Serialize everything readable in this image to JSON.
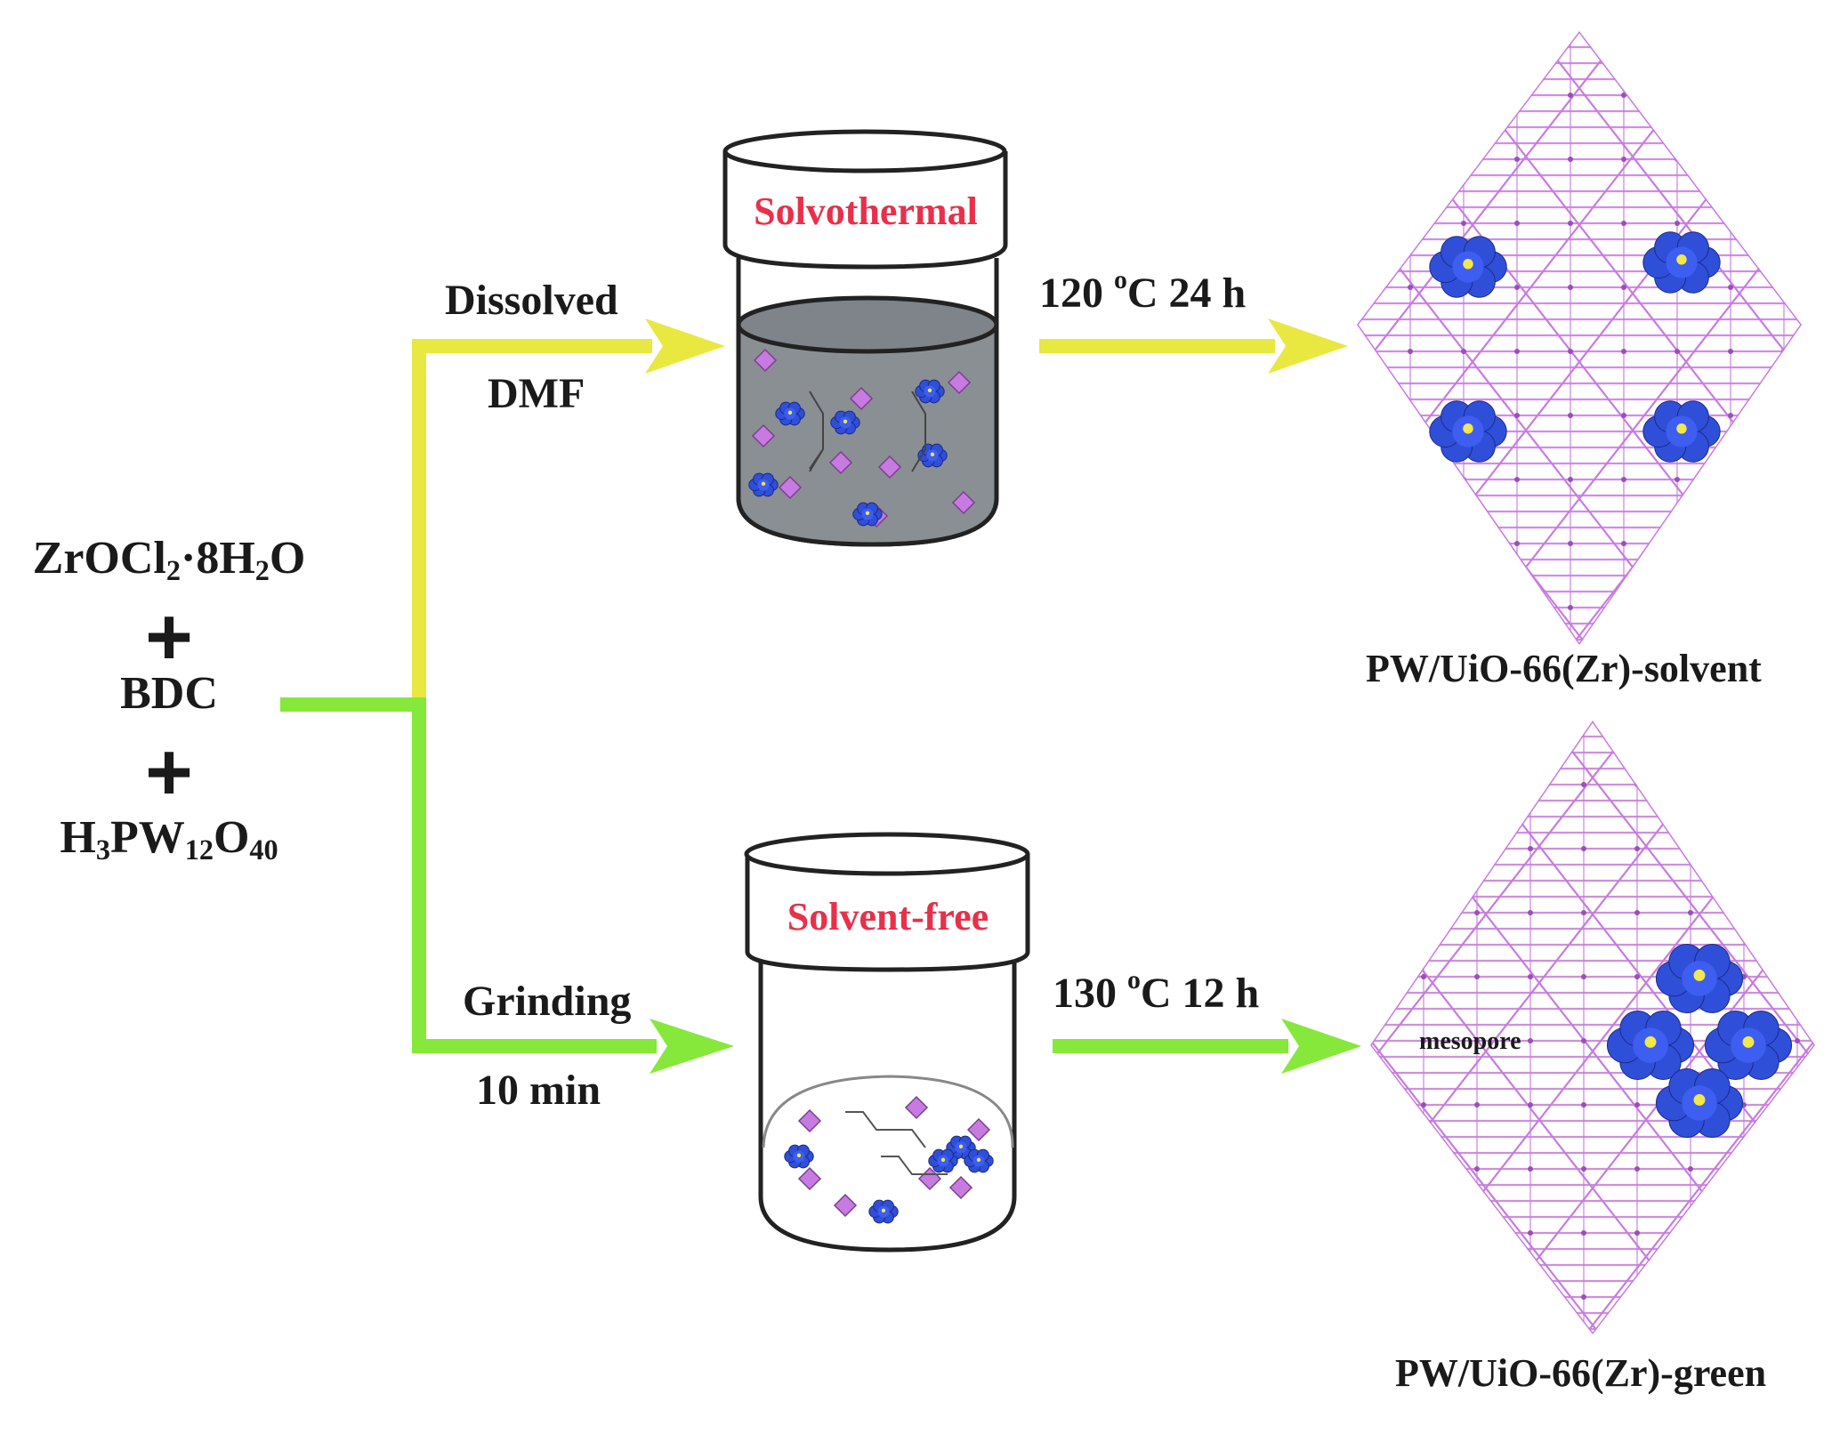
{
  "reactants": {
    "zr_main": "ZrOCl",
    "zr_sub": "2",
    "zr_dot": "·8H",
    "zr_sub2": "2",
    "zr_end": "O",
    "plus": "+",
    "bdc": "BDC",
    "pw_h": "H",
    "pw_sub1": "3",
    "pw_p": "PW",
    "pw_sub2": "12",
    "pw_o": "O",
    "pw_sub3": "40"
  },
  "top_route": {
    "label_above": "Dissolved",
    "label_below": "DMF",
    "jar_label": "Solvothermal",
    "condition_num": "120 ",
    "condition_sup": "o",
    "condition_rest": "C 24 h",
    "product": "PW/UiO-66(Zr)-solvent"
  },
  "bottom_route": {
    "label_above": "Grinding",
    "label_below": "10 min",
    "jar_label": "Solvent-free",
    "condition_num": "130 ",
    "condition_sup": "o",
    "condition_rest": "C 12 h",
    "product": "PW/UiO-66(Zr)-green",
    "mesopore_label": "mesopore"
  },
  "colors": {
    "yellow_arrow": "#e8e840",
    "green_arrow": "#86e83a",
    "framework": "#c77be0",
    "cluster": "#2f4fd8",
    "solution": "#8a8f93",
    "jar_label": "#e8304a"
  }
}
